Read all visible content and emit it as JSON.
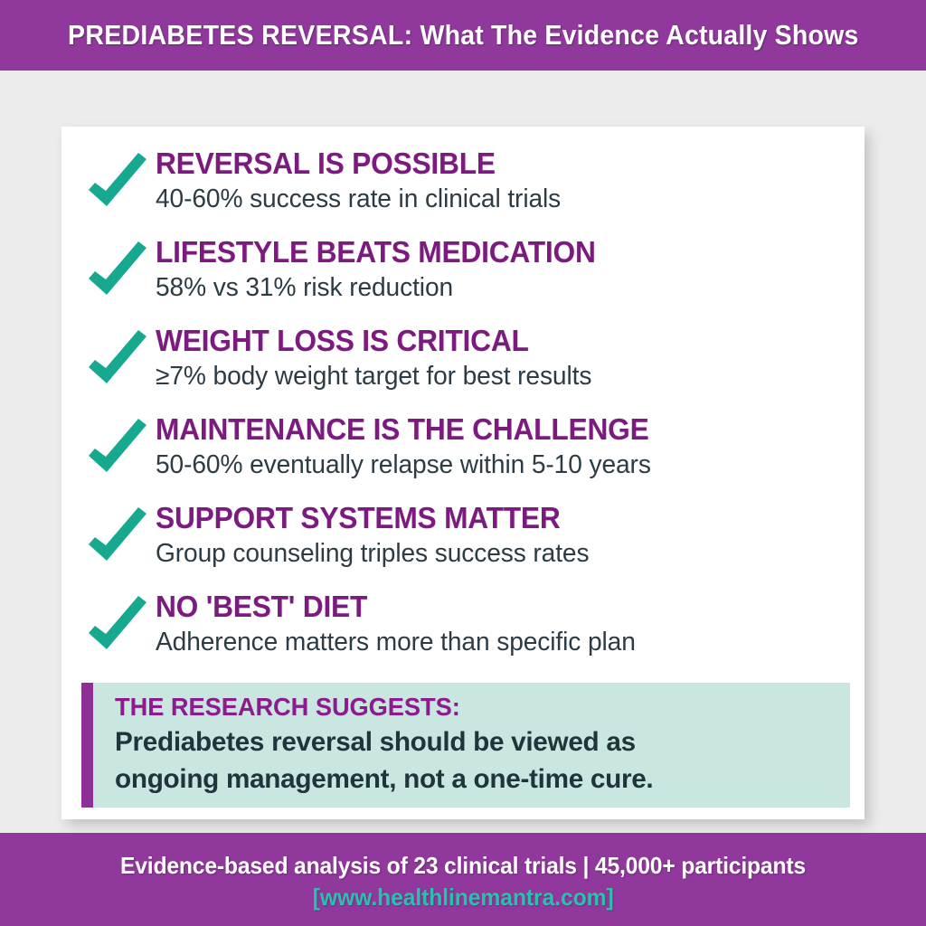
{
  "header": {
    "title_lead": "PREDIABETES REVERSAL:",
    "title_rest": " What The Evidence Actually Shows",
    "background_color": "#91389d",
    "text_color": "#ffffff"
  },
  "colors": {
    "purple": "#91389d",
    "heading_purple": "#7d1a80",
    "teal_check": "#16a98f",
    "teal_url": "#2cbfae",
    "mint_callout": "#c9e7e0",
    "body_text": "#2c3b44",
    "page_background": "#ececec",
    "card_background": "#ffffff"
  },
  "card": {
    "key_points": [
      {
        "icon": "check-icon",
        "title": "REVERSAL IS POSSIBLE",
        "subtitle": "40-60% success rate in clinical trials"
      },
      {
        "icon": "check-icon",
        "title": "LIFESTYLE BEATS MEDICATION",
        "subtitle": "58% vs 31% risk reduction"
      },
      {
        "icon": "check-icon",
        "title": "WEIGHT LOSS IS CRITICAL",
        "subtitle": "≥7% body weight target for best results"
      },
      {
        "icon": "check-icon",
        "title": "MAINTENANCE IS THE CHALLENGE",
        "subtitle": "50-60% eventually relapse within 5-10 years"
      },
      {
        "icon": "check-icon",
        "title": "SUPPORT SYSTEMS MATTER",
        "subtitle": "Group counseling triples success rates"
      },
      {
        "icon": "check-icon",
        "title": "NO 'BEST' DIET",
        "subtitle": "Adherence matters more than specific plan"
      }
    ],
    "callout": {
      "heading": "THE RESEARCH SUGGESTS:",
      "line1": "Prediabetes reversal should be viewed as",
      "line2": "ongoing management, not a one-time cure."
    }
  },
  "footer": {
    "credit": "Evidence-based analysis of 23 clinical trials | 45,000+ participants",
    "url": "[www.healthlinemantra.com]"
  }
}
